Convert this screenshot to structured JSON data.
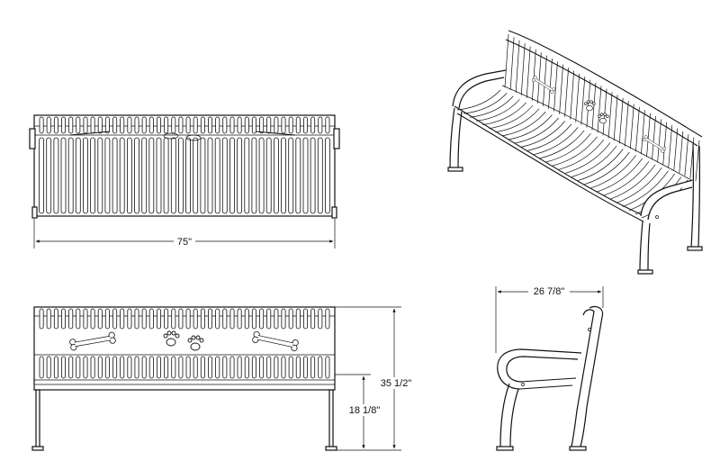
{
  "dimensions": {
    "length": "75\"",
    "depth": "26 7/8\"",
    "overall_height": "35 1/2\"",
    "seat_height": "18 1/8\""
  },
  "colors": {
    "line": "#111111",
    "background": "#ffffff"
  },
  "icons": {
    "decor_bone": "dog-bone-icon",
    "decor_paw": "paw-print-icon"
  }
}
